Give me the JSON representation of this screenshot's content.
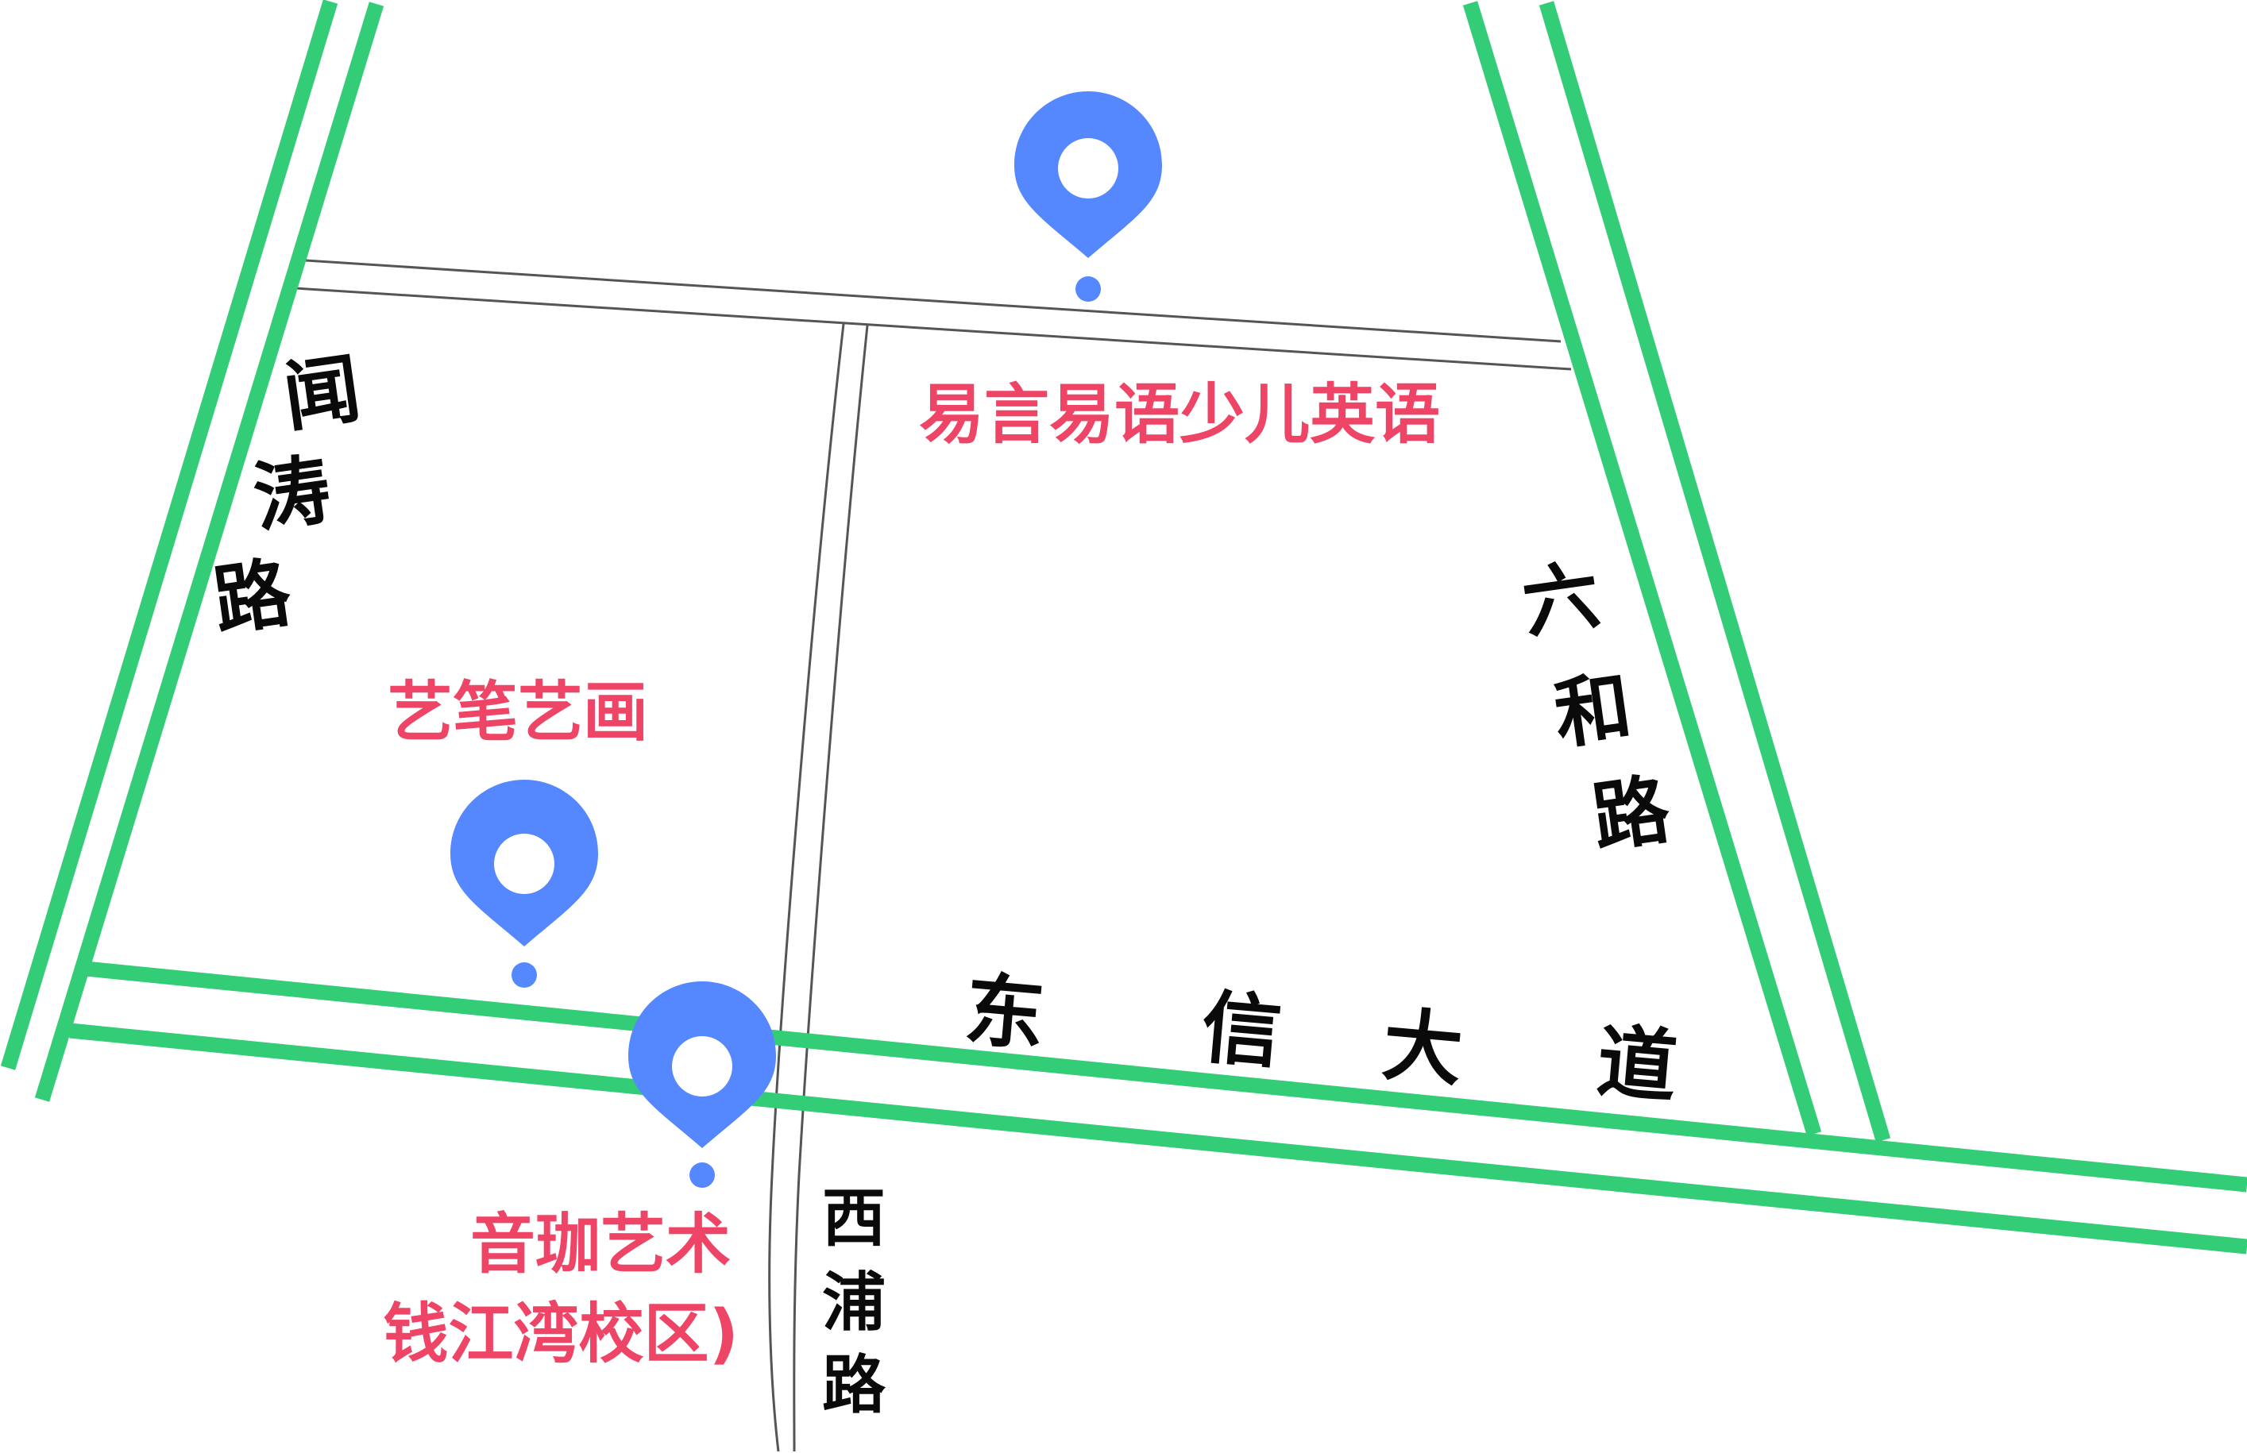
{
  "colors": {
    "main_road": "#33cc77",
    "minor_road": "#555555",
    "pin": "#5588ff",
    "poi_text": "#ee4466",
    "road_text": "#0a0a0a",
    "background": "#ffffff"
  },
  "roads": {
    "wentao": "闻涛路",
    "liuhe": "六和路",
    "dongxin": "东信大道",
    "xipu": "西浦路"
  },
  "pois": {
    "yiyan": {
      "label": "易言易语少儿英语",
      "icon": "map-pin-icon"
    },
    "yibi": {
      "label": "艺笔艺画",
      "icon": "map-pin-icon"
    },
    "yinjia": {
      "label_line1": "音珈艺术",
      "label_line2": "钱江湾校区)",
      "icon": "map-pin-icon"
    }
  }
}
